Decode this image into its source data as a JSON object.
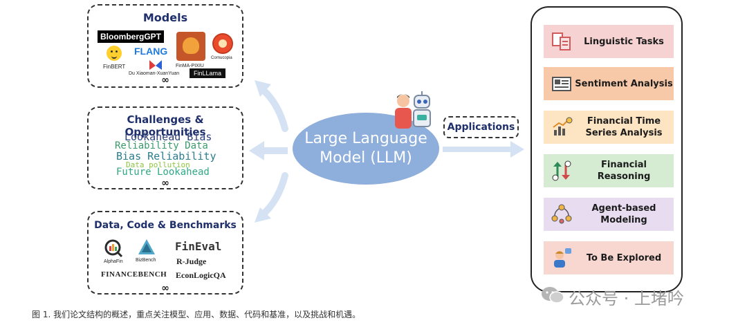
{
  "models": {
    "title": "Models",
    "logos": {
      "bloomberggpt": "BloombergGPT",
      "flang": "FLANG",
      "finbert": "FinBERT",
      "finma": "FinMA-PIXIU",
      "cornucopia": "Cornucopia",
      "xuanyuan": "Du Xiaoman-XuanYuan",
      "finllama": "FinLLama"
    },
    "more": "∞"
  },
  "challenges": {
    "title": "Challenges & Opportunities",
    "words": [
      "Lookahead Bias",
      "Reliability Data",
      "Bias Reliability",
      "Data pollution",
      "Future Lookahead"
    ],
    "more": "∞"
  },
  "data_code": {
    "title": "Data, Code & Benchmarks",
    "logos": {
      "alphafin": "AlphaFin",
      "bizbench": "BizBench",
      "fineval": "FinEval",
      "rjudge": "R-Judge",
      "financebench": "FINANCEBENCH",
      "econlogicqa": "EconLogicQA"
    },
    "more": "∞"
  },
  "center": {
    "line1": "Large Language",
    "line2": "Model (LLM)"
  },
  "applications_label": "Applications",
  "applications": [
    {
      "line1": "Linguistic Tasks",
      "line2": "",
      "color": "#f6d2d2",
      "icon": "documents-icon"
    },
    {
      "line1": "Sentiment Analysis",
      "line2": "",
      "color": "#f8c9a8",
      "icon": "newspaper-icon"
    },
    {
      "line1": "Financial Time",
      "line2": "Series Analysis",
      "color": "#fde5c4",
      "icon": "bar-chart-icon"
    },
    {
      "line1": "Financial Reasoning",
      "line2": "",
      "color": "#d5ecd2",
      "icon": "buy-sell-icon"
    },
    {
      "line1": "Agent-based",
      "line2": "Modeling",
      "color": "#e7dcf0",
      "icon": "agents-icon"
    },
    {
      "line1": "To Be Explored",
      "line2": "",
      "color": "#f7d7d0",
      "icon": "explorer-icon"
    }
  ],
  "caption": "图 1. 我们论文结构的概述，重点关注模型、应用、数据、代码和基准，以及挑战和机遇。",
  "watermark": "公众号 · 上堵吟"
}
